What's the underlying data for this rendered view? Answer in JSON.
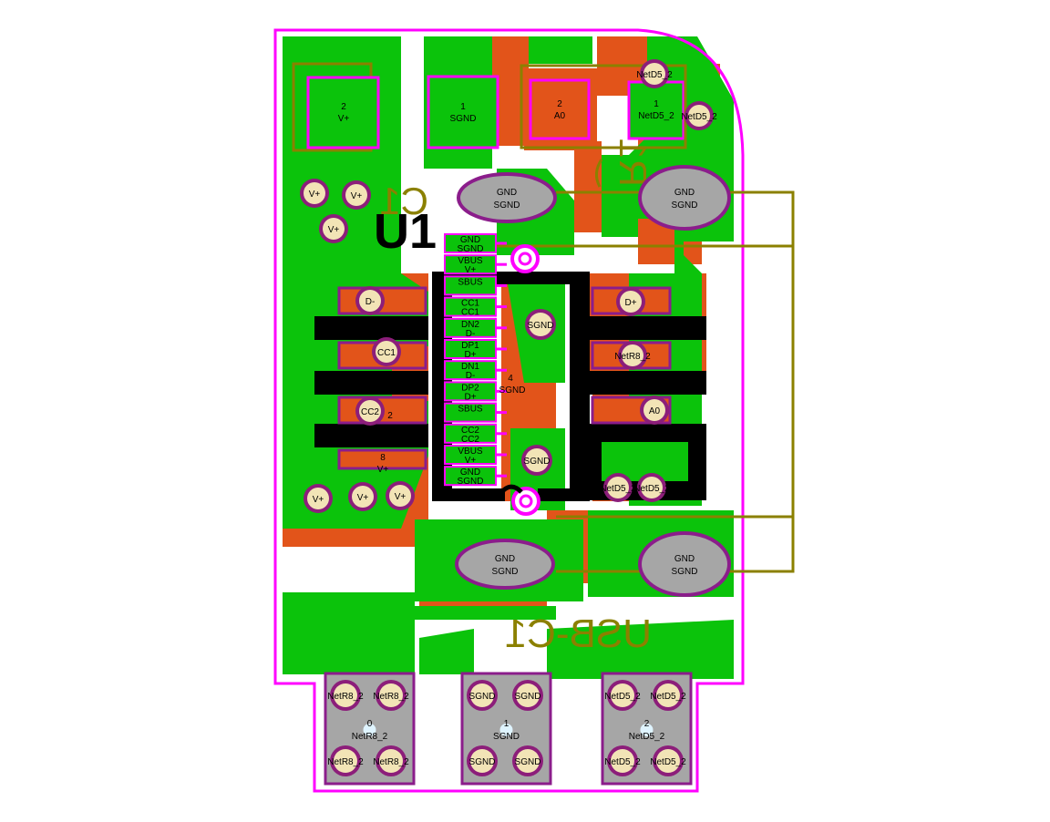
{
  "colors": {
    "copper_top": "#0bc30b",
    "copper_bottom": "#e2541a",
    "outline": "#ff00ff",
    "silkscreen_bottom": "#8b8000",
    "silk_black": "#000000",
    "pad": "#a6a6a6",
    "via_ring": "#8c1e7a",
    "via_hole": "#f2e4b6",
    "pad_outline": "#8b1d8b"
  },
  "designators": {
    "u1": "U1",
    "usb": "USB-C1",
    "r1": "R1",
    "c1": "C1"
  },
  "top_pads": [
    {
      "num": "2",
      "net": "V+"
    },
    {
      "num": "1",
      "net": "SGND"
    },
    {
      "num": "2",
      "net": "A0"
    },
    {
      "num": "1",
      "net": "NetD5_2"
    }
  ],
  "shield_pads": [
    {
      "a": "GND",
      "b": "SGND"
    },
    {
      "a": "GND",
      "b": "SGND"
    },
    {
      "a": "GND",
      "b": "SGND"
    },
    {
      "a": "GND",
      "b": "SGND"
    }
  ],
  "usb_pins": [
    {
      "a": "GND",
      "b": "SGND"
    },
    {
      "a": "VBUS",
      "b": "V+"
    },
    {
      "a": "SBUS",
      "b": ""
    },
    {
      "a": "CC1",
      "b": "CC1"
    },
    {
      "a": "DN2",
      "b": "D-"
    },
    {
      "a": "DP1",
      "b": "D+"
    },
    {
      "a": "DN1",
      "b": "D-"
    },
    {
      "a": "DP2",
      "b": "D+"
    },
    {
      "a": "SBUS",
      "b": ""
    },
    {
      "a": "CC2",
      "b": "CC2"
    },
    {
      "a": "VBUS",
      "b": "V+"
    },
    {
      "a": "GND",
      "b": "SGND"
    }
  ],
  "center_pad": {
    "num": "4",
    "net": "SGND"
  },
  "pin8": {
    "num": "8",
    "net": "V+"
  },
  "pin2": {
    "num": "2"
  },
  "vias": [
    {
      "label": "V+"
    },
    {
      "label": "V+"
    },
    {
      "label": "V+"
    },
    {
      "label": "D-"
    },
    {
      "label": "CC1"
    },
    {
      "label": "CC2"
    },
    {
      "label": "V+"
    },
    {
      "label": "V+"
    },
    {
      "label": "V+"
    },
    {
      "label": "D+"
    },
    {
      "label": "NetR8_2"
    },
    {
      "label": "A0"
    },
    {
      "label": "NetD5_2"
    },
    {
      "label": "NetD5_2"
    },
    {
      "label": "SGND"
    },
    {
      "label": "SGND"
    },
    {
      "label": "NetD5_2"
    },
    {
      "label": "NetD5_2"
    }
  ],
  "bottom_pads": [
    {
      "num": "0",
      "net": "NetR8_2",
      "via_label": "NetR8_2"
    },
    {
      "num": "1",
      "net": "SGND",
      "via_label": "SGND"
    },
    {
      "num": "2",
      "net": "NetD5_2",
      "via_label": "NetD5_2"
    }
  ]
}
